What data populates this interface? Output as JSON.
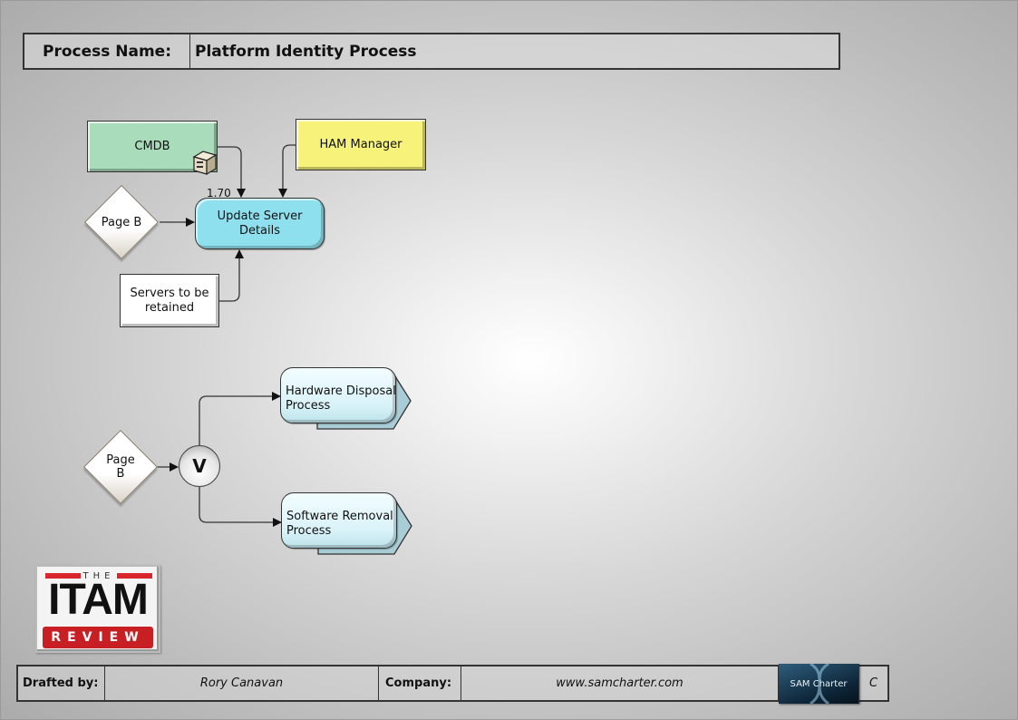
{
  "header": {
    "label": "Process Name:",
    "value": "Platform Identity Process"
  },
  "diagram": {
    "nodes": {
      "cmdb": {
        "label": "CMDB",
        "icon": "server-icon",
        "color": "#a8dcba"
      },
      "ham_manager": {
        "label": "HAM Manager",
        "color": "#f6f27a"
      },
      "page_b_top": {
        "label": "Page B"
      },
      "update_server": {
        "label": "Update Server Details",
        "step_number": "1.70",
        "color": "#8fe0ee"
      },
      "servers_retained": {
        "label": "Servers to be retained"
      },
      "page_b_bottom": {
        "label_line1": "Page",
        "label_line2": "B"
      },
      "gateway": {
        "label": "V"
      },
      "hardware_disposal": {
        "label_line1": "Hardware Disposal",
        "label_line2": "Process"
      },
      "software_removal": {
        "label_line1": "Software Removal",
        "label_line2": "Process"
      }
    },
    "edges": [
      {
        "from": "cmdb",
        "to": "update_server"
      },
      {
        "from": "ham_manager",
        "to": "update_server"
      },
      {
        "from": "page_b_top",
        "to": "update_server"
      },
      {
        "from": "servers_retained",
        "to": "update_server"
      },
      {
        "from": "page_b_bottom",
        "to": "gateway"
      },
      {
        "from": "gateway",
        "to": "hardware_disposal"
      },
      {
        "from": "gateway",
        "to": "software_removal"
      }
    ]
  },
  "logo": {
    "the": "THE",
    "itam": "ITAM",
    "review": "REVIEW",
    "accent": "#c81f25"
  },
  "footer": {
    "drafted_label": "Drafted by:",
    "drafted_value": "Rory Canavan",
    "company_label": "Company:",
    "company_value": "www.samcharter.com",
    "brand": "SAM Charter",
    "version": "C"
  }
}
